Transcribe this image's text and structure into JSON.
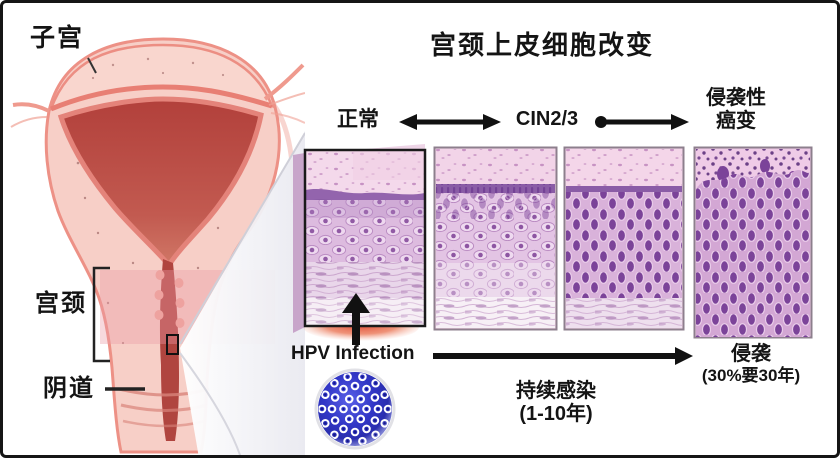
{
  "title": "宫颈上皮细胞改变",
  "anatomy": {
    "uterus_label": "子宫",
    "cervix_label": "宫颈",
    "vagina_label": "阴道"
  },
  "stages": {
    "normal_label": "正常",
    "cin_label": "CIN2/3",
    "invasive_line1": "侵袭性",
    "invasive_line2": "癌变"
  },
  "progression": {
    "hpv_infection_label": "HPV Infection",
    "persistent_line1": "持续感染",
    "persistent_line2": "(1-10年)",
    "invasion_line1": "侵袭",
    "invasion_line2": "(30%要30年)"
  },
  "colors": {
    "virus_blue": "#3136c6",
    "nuclei_purple": "#7b4399",
    "epithelium_pink": "#f3d6e9",
    "stroma_red": "#e0503c",
    "uterus_wall_pink": "#f7cfc7",
    "cavity_red": "#b6433d",
    "frame_border": "#151515"
  }
}
